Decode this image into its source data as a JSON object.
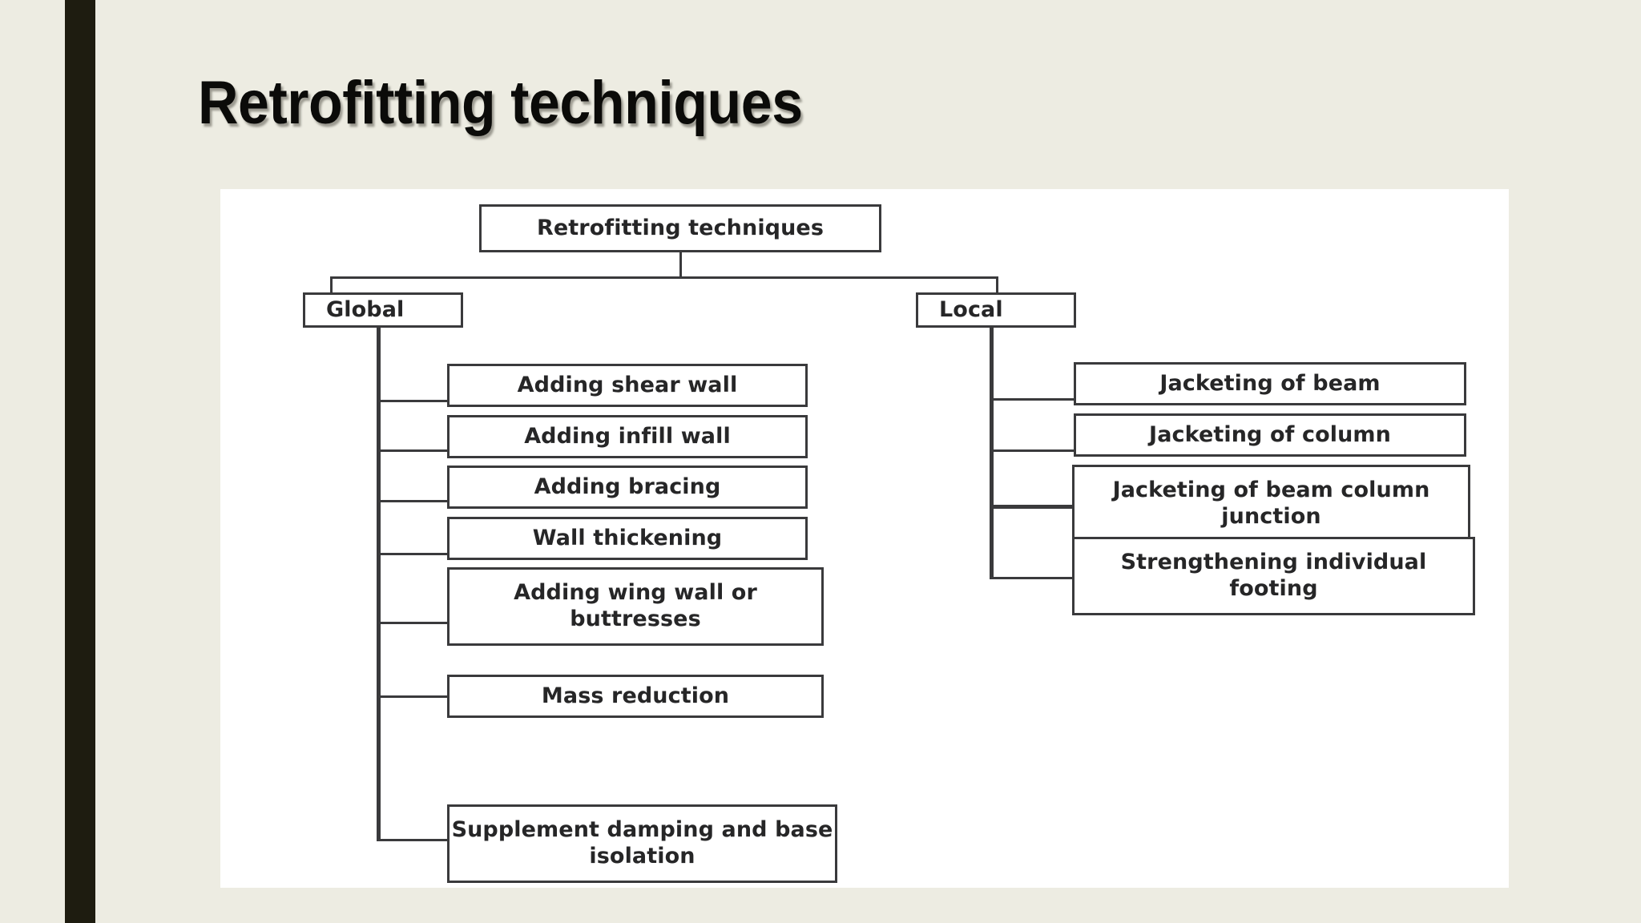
{
  "slide": {
    "title": "Retrofitting techniques",
    "background_color": "#edece2",
    "accent_bar_color": "#1e1c10",
    "panel_color": "#ffffff"
  },
  "diagram": {
    "type": "tree",
    "line_color": "#3a3a3c",
    "node_fill": "#ffffff",
    "root": "Retrofitting techniques",
    "branches": [
      {
        "name": "Global",
        "children": [
          "Adding shear wall",
          "Adding infill wall",
          "Adding bracing",
          "Wall thickening",
          "Adding wing wall or buttresses",
          "Mass reduction",
          "Supplement damping and base isolation"
        ]
      },
      {
        "name": "Local",
        "children": [
          "Jacketing of beam",
          "Jacketing of column",
          "Jacketing of beam column junction",
          "Strengthening individual footing"
        ]
      }
    ]
  }
}
